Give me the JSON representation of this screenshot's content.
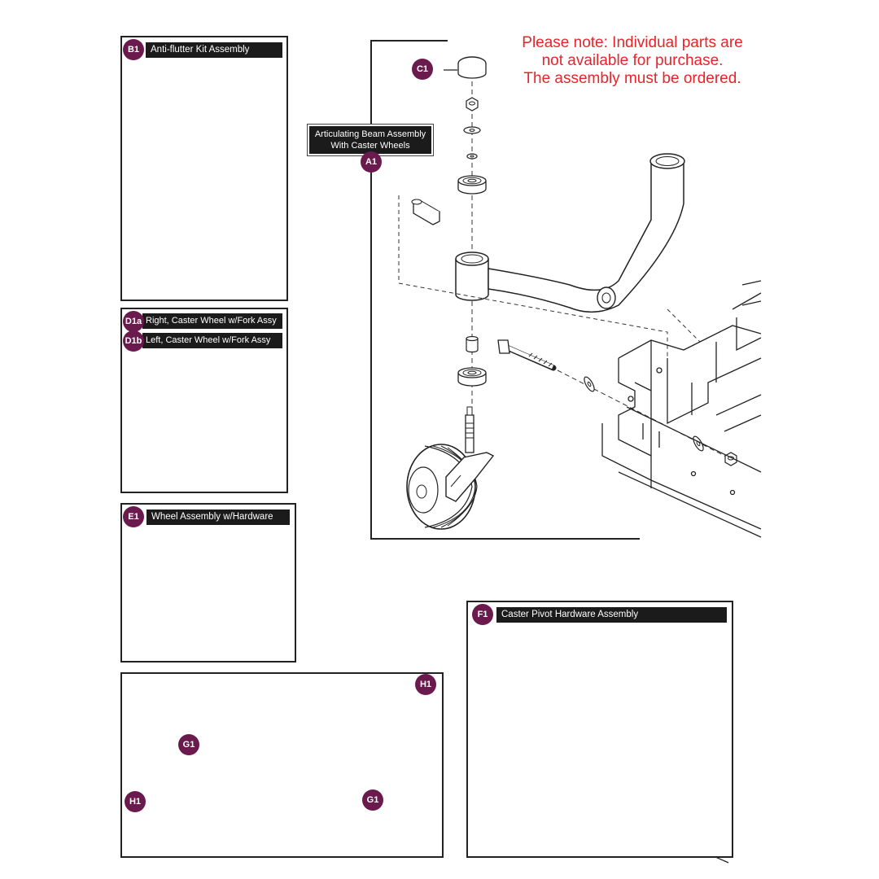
{
  "note": {
    "lines": [
      "Please note: Individual parts are",
      "not available for purchase.",
      "The assembly must be ordered."
    ],
    "color": "#e8242a"
  },
  "badge_color": "#6a1a4c",
  "panels": {
    "b1": {
      "badge": "B1",
      "title": "Anti-flutter Kit Assembly"
    },
    "d1": {
      "badge_a": "D1a",
      "title_a": "Right, Caster Wheel w/Fork Assy",
      "badge_b": "D1b",
      "title_b": "Left, Caster Wheel w/Fork Assy"
    },
    "e1": {
      "badge": "E1",
      "title": "Wheel Assembly w/Hardware"
    },
    "g": {
      "badge_g_top": "G1",
      "badge_g_right": "G1",
      "badge_h_top": "H1",
      "badge_h_left": "H1"
    },
    "f1": {
      "badge": "F1",
      "title": "Caster Pivot Hardware Assembly"
    }
  },
  "main": {
    "label_lines": [
      "Articulating Beam Assembly",
      "With Caster Wheels"
    ],
    "badge_a1": "A1",
    "badge_c1": "C1"
  }
}
